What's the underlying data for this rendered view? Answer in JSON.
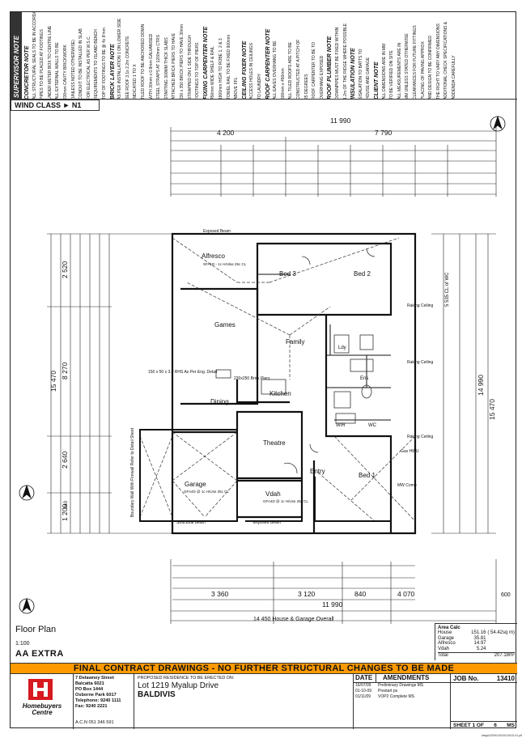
{
  "notes": [
    {
      "kind": "head",
      "text": "CONCRETOR NOTE"
    },
    {
      "kind": "body",
      "text": "ALL STRUCTURAL SEALS TO BE IN ACCORDANCE WITH AS REQUIREMENTS"
    },
    {
      "kind": "body",
      "text": "PIPES TO BE PLACED AT FOOTINGS"
    },
    {
      "kind": "body",
      "text": "UNDER METER BOX TO CENTRE LINE"
    },
    {
      "kind": "body",
      "text": "ALL EXTERNAL WALLS TO BE"
    },
    {
      "kind": "body",
      "text": "230mm CAVITY BRICKWORK"
    },
    {
      "kind": "body",
      "text": "(UNLESS NOTED OTHERWISE)"
    },
    {
      "kind": "body",
      "text": "CONDUIT TO BE INSTALLED IN SLAB"
    },
    {
      "kind": "body",
      "text": "FOR ELECTRICAL AS PER W.S.C."
    },
    {
      "kind": "body",
      "text": "REQUIREMENTS TO ISLAND BENCH"
    },
    {
      "kind": "body",
      "text": "TOP OF FOOTINGS TO BE @ 4c 8'mm"
    },
    {
      "kind": "head",
      "text": "BRICK LAYER NOTE"
    },
    {
      "kind": "body",
      "text": "AS PER INSTALLATION 1 ON LOWER SIDE"
    },
    {
      "kind": "body",
      "text": "SEE ROOF 3.1x 2.2m CONCRETE"
    },
    {
      "kind": "body",
      "text": "INDICATED 1 TO X"
    },
    {
      "kind": "body",
      "text": "TILED ROOF TO BE ANCHORED DOWN"
    },
    {
      "kind": "body",
      "text": "WITH 30mm x 0.8mm GALVANISED"
    },
    {
      "kind": "body",
      "text": "STEEL STRAPS AT 1200mm CTRS"
    },
    {
      "kind": "body",
      "text": "STARTING 300MM THICK SLABS"
    },
    {
      "kind": "body",
      "text": "ATTACHED BRICK PIERS TO HAVE"
    },
    {
      "kind": "body",
      "text": "230 x 350 BRICK PIERS TO HAVE 30mm"
    },
    {
      "kind": "body",
      "text": "STRAPPED ON 1 SIDE THROUGH"
    },
    {
      "kind": "body",
      "text": "FOOTINGS TO TOP OF PIERS"
    },
    {
      "kind": "head",
      "text": "FIXING CARPENTER NOTE"
    },
    {
      "kind": "body",
      "text": "450mm WIDE SHELF & RAIL"
    },
    {
      "kind": "body",
      "text": "1800mm HIGH TO ROBE 1, 2 & 3"
    },
    {
      "kind": "body",
      "text": "TOWEL RAIL TO BE FIXED 900mm"
    },
    {
      "kind": "body",
      "text": "ABOVE FFL"
    },
    {
      "kind": "head",
      "text": "CEILING FIXER NOTE"
    },
    {
      "kind": "body",
      "text": "ACCESS HOLES IN CEILINGS"
    },
    {
      "kind": "body",
      "text": "TO LAUNDRY"
    },
    {
      "kind": "head",
      "text": "ROOF CARPENTER NOTE"
    },
    {
      "kind": "body",
      "text": "ALL EAVES OVERHANG TO BE"
    },
    {
      "kind": "body",
      "text": "500mm x 450mm"
    },
    {
      "kind": "body",
      "text": "ALL TILED ROOFS ARE TO BE"
    },
    {
      "kind": "body",
      "text": "CONSTRUCTED AT A PITCH OF"
    },
    {
      "kind": "body",
      "text": "25 DEGREES"
    },
    {
      "kind": "body",
      "text": "ROOF CARPENTER TO BE TO"
    },
    {
      "kind": "body",
      "text": "OVERHANG EXPOSED"
    },
    {
      "kind": "head",
      "text": "ROOF PLUMBER NOTE"
    },
    {
      "kind": "body",
      "text": "DOWNPIPES MUST BE FIXED WITHIN"
    },
    {
      "kind": "body",
      "text": "1.2m OF THE RIDGE WHERE POSSIBLE"
    },
    {
      "kind": "head",
      "text": "INSULATION NOTE"
    },
    {
      "kind": "body",
      "text": "SISALATION TO BATTS TO"
    },
    {
      "kind": "body",
      "text": "HOUSE AND GARAGE"
    },
    {
      "kind": "head",
      "text": "CLIENT NOTE"
    },
    {
      "kind": "body",
      "text": "ALL DIMENSIONS ARE IN MM"
    },
    {
      "kind": "body",
      "text": "TO BE VERIFIED ON SITE"
    },
    {
      "kind": "body",
      "text": "ALL MEASUREMENTS ARE IN"
    },
    {
      "kind": "body",
      "text": "MM UNLESS STATED OTHERWISE"
    },
    {
      "kind": "body",
      "text": "CLEARANCES FOR FUTURE FITTINGS"
    },
    {
      "kind": "body",
      "text": "PLACING OF PAVING APPROX"
    },
    {
      "kind": "body",
      "text": "AND DESIGN TO BE CONFIRMED"
    },
    {
      "kind": "body",
      "text": "THE RIGHT TO VARY ANY DIMENSIONS"
    },
    {
      "kind": "body",
      "text": "ADDITIONAL CHECK SPECIFICATIONS &"
    },
    {
      "kind": "body",
      "text": "ADDENDA CAREFULLY"
    }
  ],
  "supervisor_label": "SUPERVISOR NOTE",
  "wind_class": "WIND CLASS  ►  N1",
  "north_icon": "north-arrow-icon",
  "plan": {
    "overall_width": "11 990",
    "overall_depth": "15 470",
    "top_dims": [
      "4 200",
      "7 790"
    ],
    "bottom_overall": "11 990",
    "bottom_dims": [
      "3 360",
      "3 120",
      "840",
      "4 070"
    ],
    "bottom_note": "14 450 House & Garage Overall",
    "left_dims": [
      "2 520",
      "8 270",
      "2 640",
      "1 200",
      "840"
    ],
    "left_total": "15 470",
    "right_dims": [
      "5 535 CL of WC",
      "14 990",
      "15 470"
    ],
    "right_edge_label": "600",
    "rooms": [
      {
        "id": "alfresco",
        "label": "Alfresco",
        "note": "SFA1D - 1c\nH/Ulas 25c CL"
      },
      {
        "id": "bed3",
        "label": "Bed 3",
        "note": ""
      },
      {
        "id": "bed2",
        "label": "Bed 2",
        "note": ""
      },
      {
        "id": "games",
        "label": "Games",
        "note": ""
      },
      {
        "id": "family",
        "label": "Family",
        "note": ""
      },
      {
        "id": "kitchen",
        "label": "Kitchen",
        "note": ""
      },
      {
        "id": "dining",
        "label": "Dining",
        "note": ""
      },
      {
        "id": "theatre",
        "label": "Theatre",
        "note": ""
      },
      {
        "id": "bed1",
        "label": "Bed 1",
        "note": ""
      },
      {
        "id": "entry",
        "label": "Entry",
        "note": ""
      },
      {
        "id": "garage",
        "label": "Garage",
        "note": "GFA4D @ 1c\nH/Use 25c CL"
      },
      {
        "id": "vdah",
        "label": "Vdah",
        "note": "GFA4D @ 1c\nH/Use 25c CL"
      },
      {
        "id": "wir",
        "label": "WIR",
        "note": ""
      },
      {
        "id": "wc",
        "label": "WC",
        "note": ""
      },
      {
        "id": "ens",
        "label": "Ens",
        "note": ""
      },
      {
        "id": "ldy",
        "label": "Ldy",
        "note": ""
      }
    ],
    "callouts": [
      "Exposed Beam",
      "Raking Ceiling",
      "Raking Ceiling",
      "Raking Ceiling",
      "150 x 50 x 3.0 RHS As Per Eng. Detail",
      "230x250 Brick Piers",
      "Boundary Wall With Firewall Refer to Detail Sheet",
      "Exposed Beam",
      "Structural Beam",
      "MW Comb",
      "Gas HWU"
    ]
  },
  "plan_title": "Floor Plan",
  "plan_scale": "1:100",
  "plan_type": "AA EXTRA",
  "area_calc": {
    "title": "Area Calc",
    "rows": [
      {
        "name": "House",
        "value": "151.16",
        "extra": "( 54.42sq m)"
      },
      {
        "name": "Garage",
        "value": "35.81",
        "extra": ""
      },
      {
        "name": "Alfresco",
        "value": "14.97",
        "extra": ""
      },
      {
        "name": "Vdah",
        "value": "5.24",
        "extra": ""
      }
    ],
    "total_label": "Total",
    "total_value": "207.18m²"
  },
  "banner": "FINAL CONTRACT DRAWINGS - NO FURTHER STRUCTURAL CHANGES TO BE MADE",
  "company": {
    "name": "Homebuyers Centre",
    "address": [
      "7 Delawney Street",
      "Balcatta 6021",
      "PO Box 1444",
      "Osborne Park 6017",
      "Telephone: 9240 1111",
      "Fax: 9240 2221"
    ],
    "acn": "A.C.N 051 346 591",
    "brand_color": "#d71920"
  },
  "proposal": {
    "label": "PROPOSED RESIDENCE TO BE ERECTED ON:",
    "lot": "Lot 1219 Myalup Drive",
    "suburb": "BALDIVIS"
  },
  "amendments": {
    "date_header": "DATE",
    "title": "AMENDMENTS",
    "rows": [
      {
        "date": "16/07/09",
        "text": "Preliminary Drawings MS"
      },
      {
        "date": "01-10-09",
        "text": "Prestart ps"
      },
      {
        "date": "01/11/09",
        "text": "VOP2 Complete MS"
      }
    ]
  },
  "job": {
    "label": "JOB No.",
    "number": "13410"
  },
  "sheet": {
    "label": "SHEET 1 OF",
    "of": "6",
    "initials": "MS"
  },
  "file_ref": "\\dwgs\\2009\\13410\\13410-01.plt"
}
